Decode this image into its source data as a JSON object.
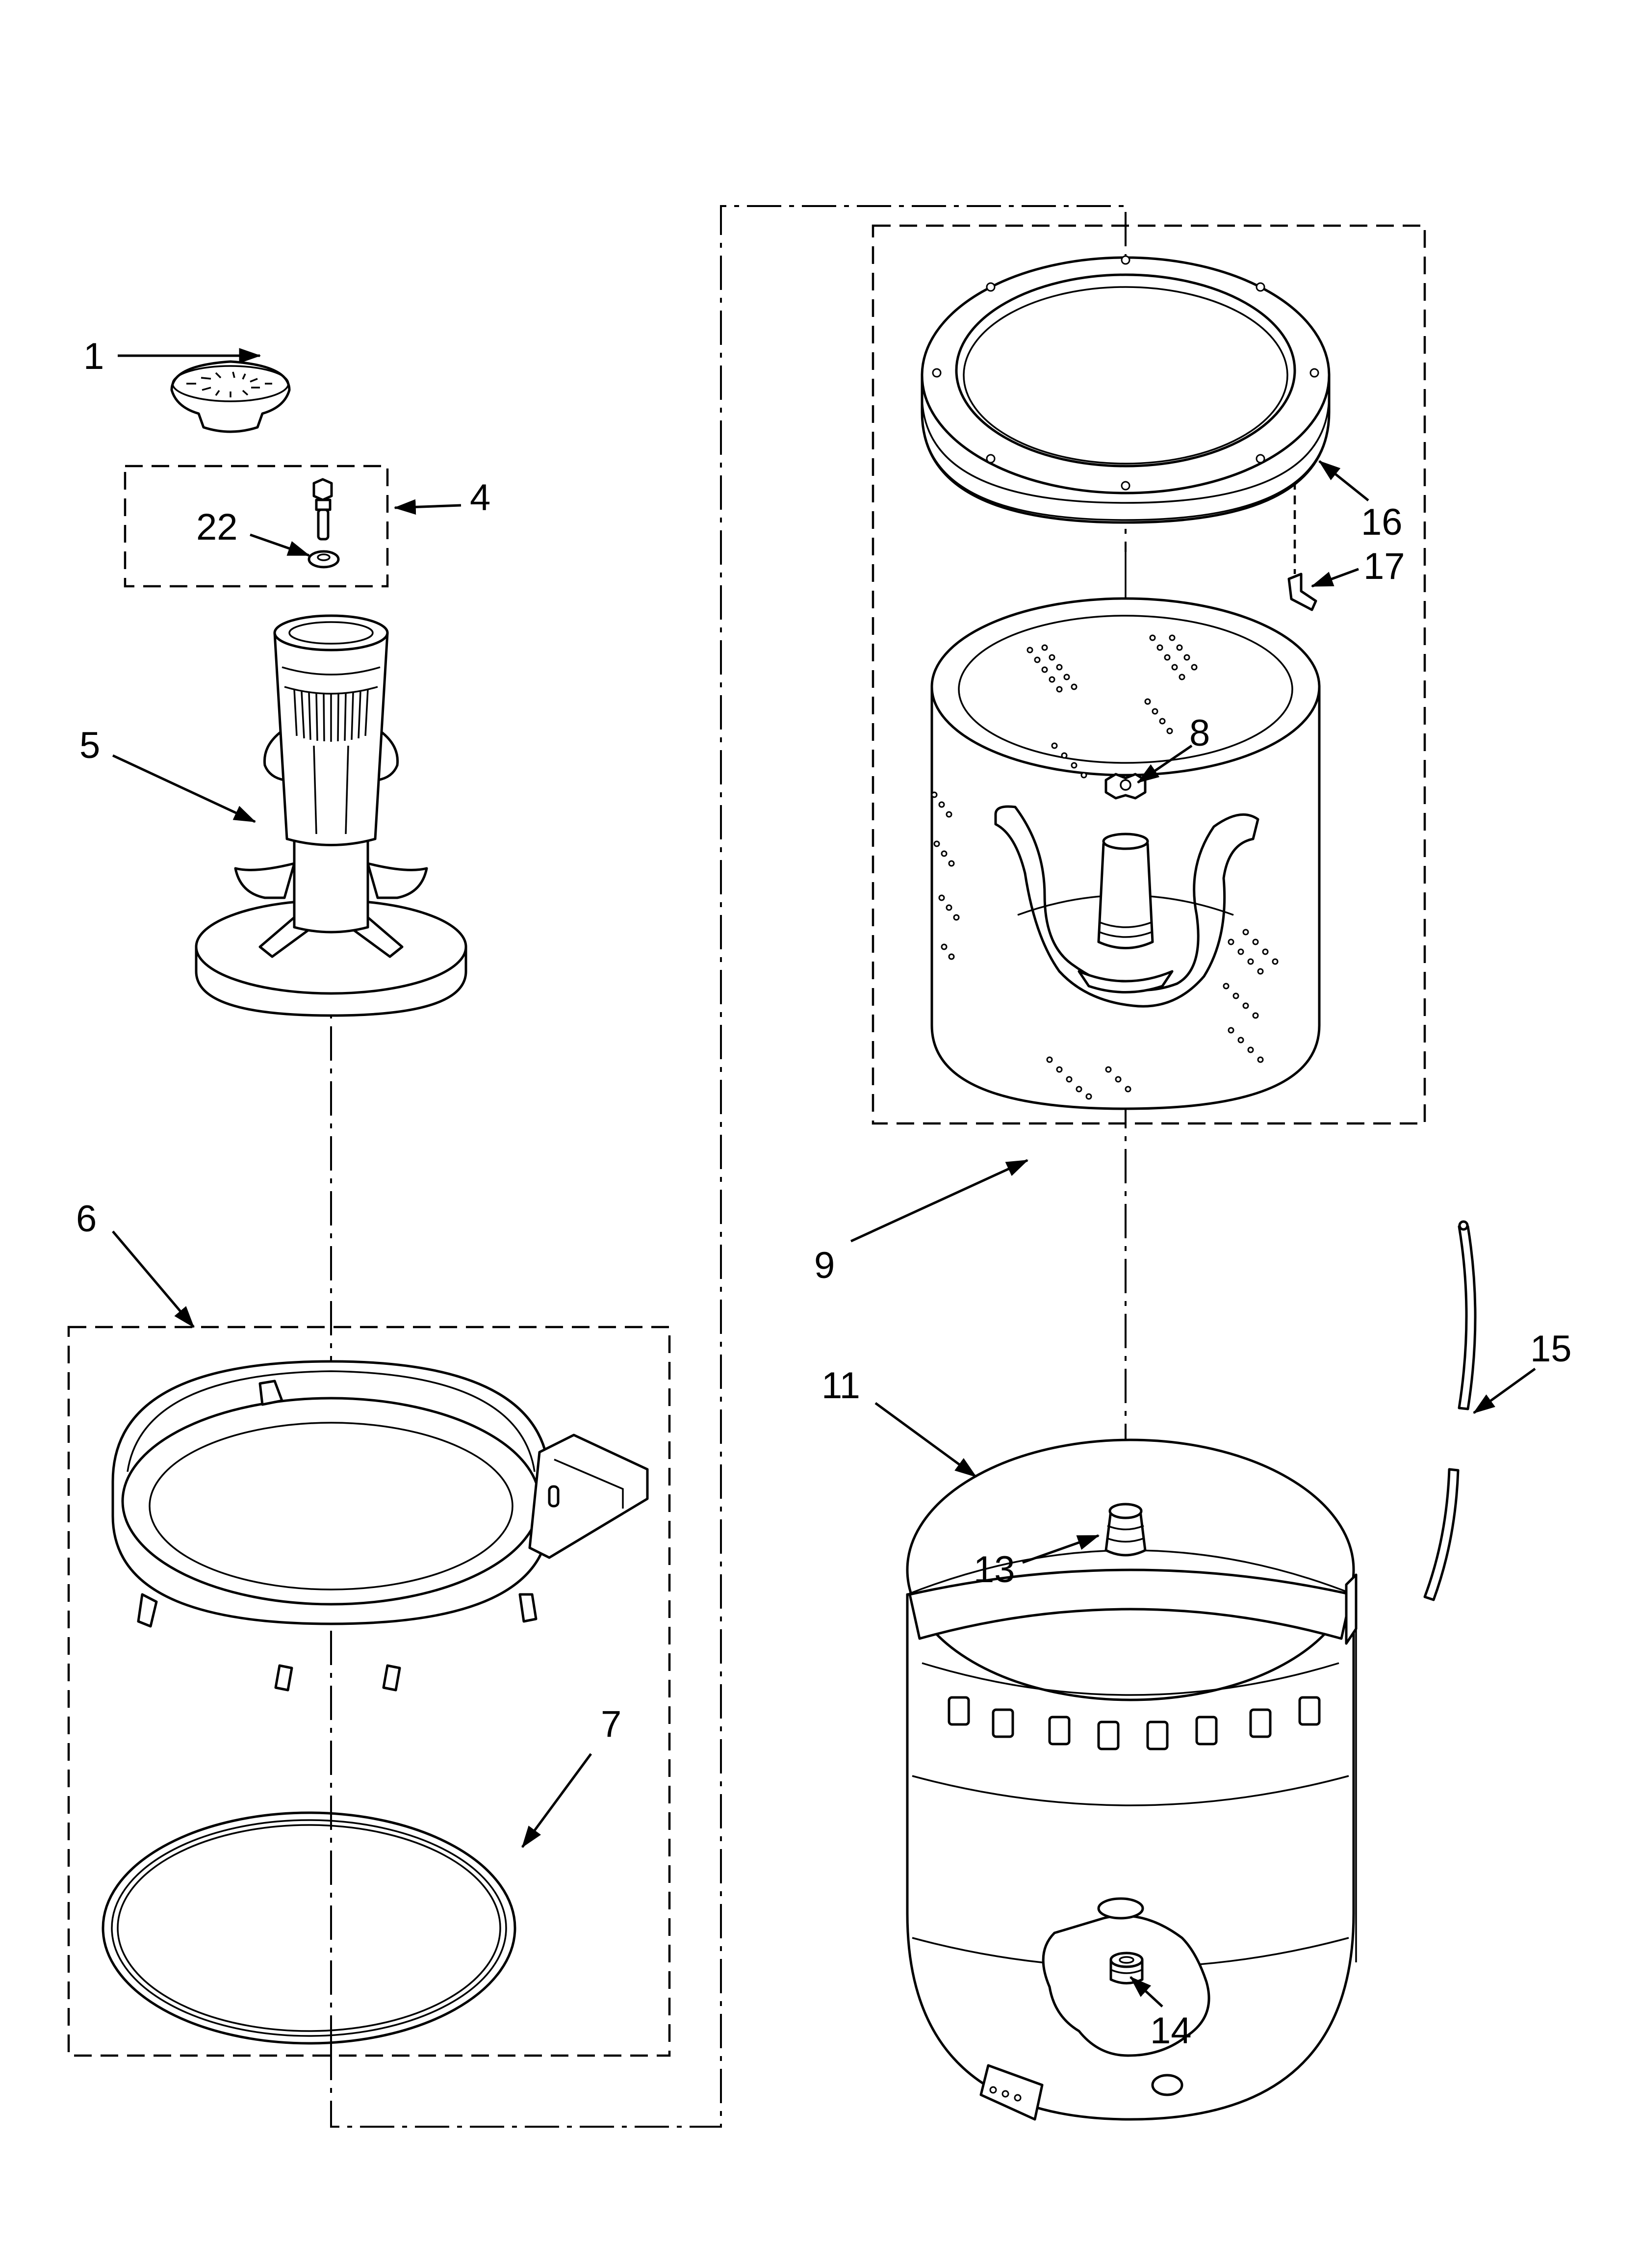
{
  "diagram": {
    "callouts": {
      "c1": "1",
      "c4": "4",
      "c22": "22",
      "c5": "5",
      "c6": "6",
      "c7": "7",
      "c8": "8",
      "c9": "9",
      "c11": "11",
      "c13": "13",
      "c14": "14",
      "c15": "15",
      "c16": "16",
      "c17": "17"
    }
  }
}
